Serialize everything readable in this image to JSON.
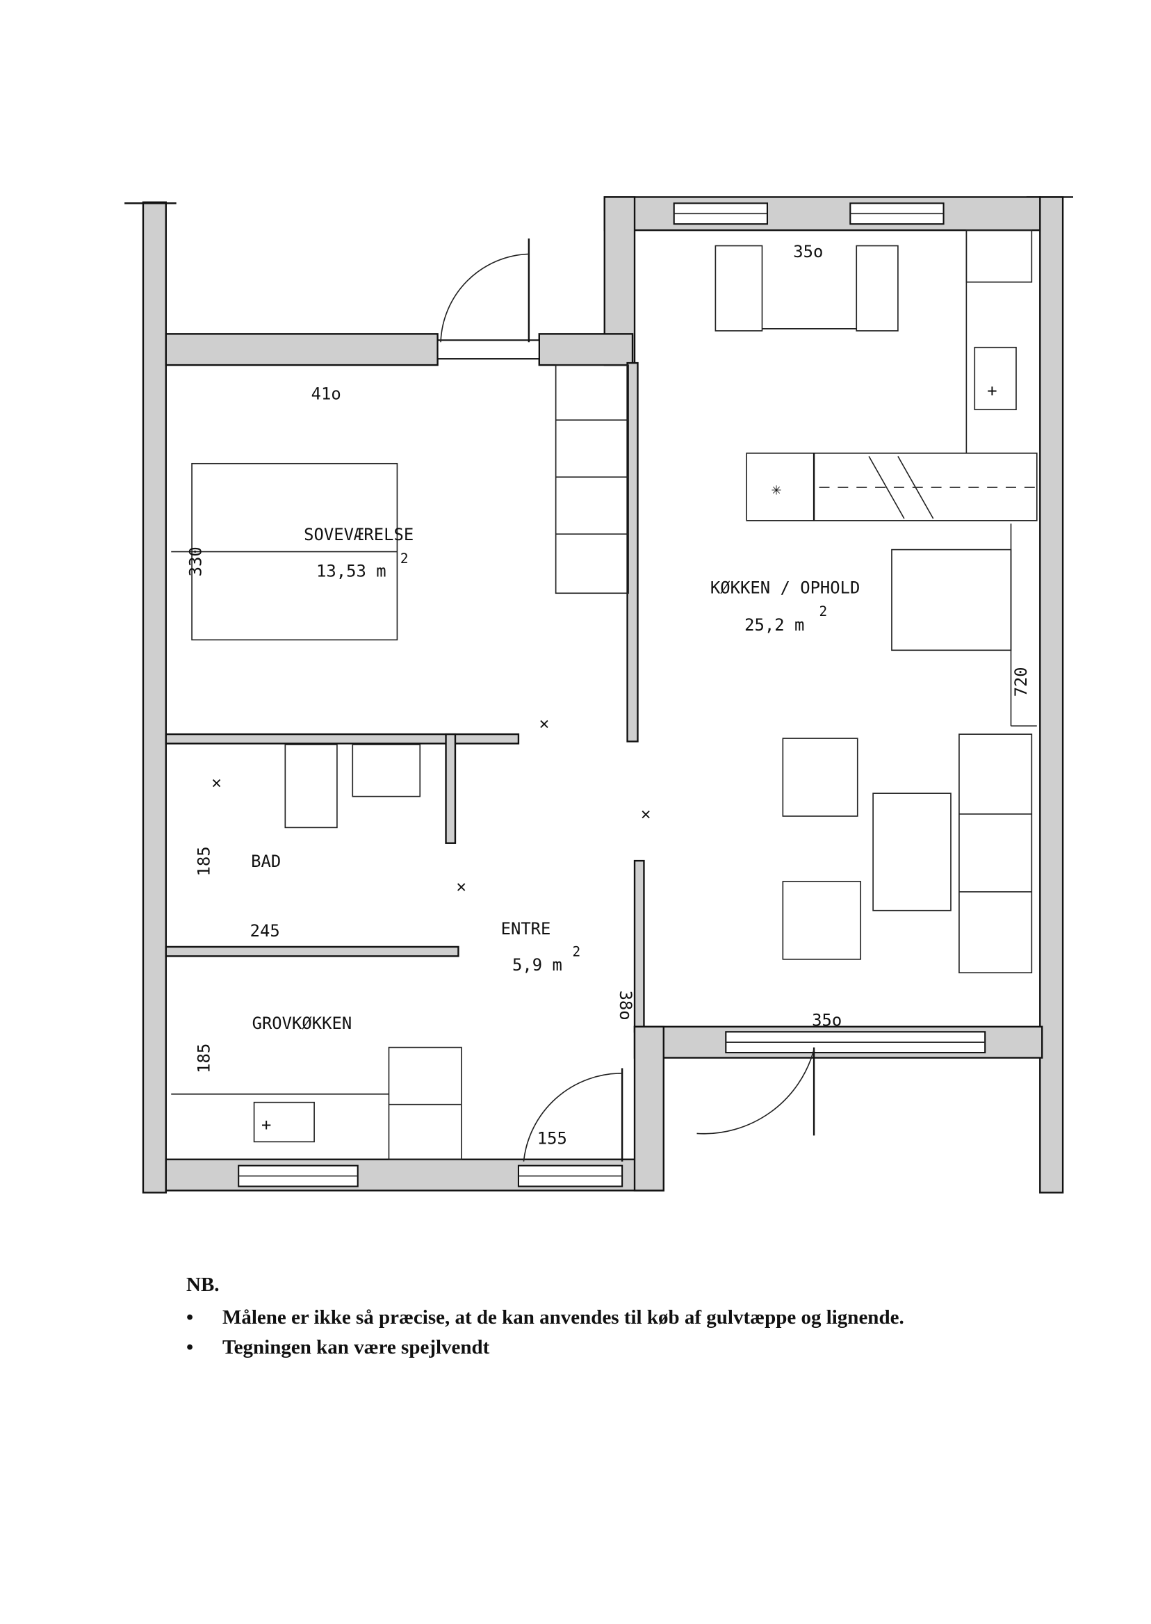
{
  "rooms": {
    "bedroom": {
      "name": "SOVEVÆRELSE",
      "area": "13,53 m",
      "sup": "2",
      "width": "41o",
      "depth": "330"
    },
    "kitchen": {
      "name": "KØKKEN / OPHOLD",
      "area": "25,2 m",
      "sup": "2",
      "width_top": "35o",
      "width_bottom": "35o",
      "depth": "720"
    },
    "bath": {
      "name": "BAD",
      "depth": "185",
      "width": "245"
    },
    "entry": {
      "name": "ENTRE",
      "area": "5,9 m",
      "sup": "2",
      "depth": "38o",
      "door_width": "155"
    },
    "utility": {
      "name": "GROVKØKKEN",
      "depth": "185"
    }
  },
  "notes": {
    "heading": "NB.",
    "items": [
      "Målene er ikke så præcise, at de kan anvendes til køb af gulvtæppe og lignende.",
      "Tegningen kan være spejlvendt"
    ]
  }
}
